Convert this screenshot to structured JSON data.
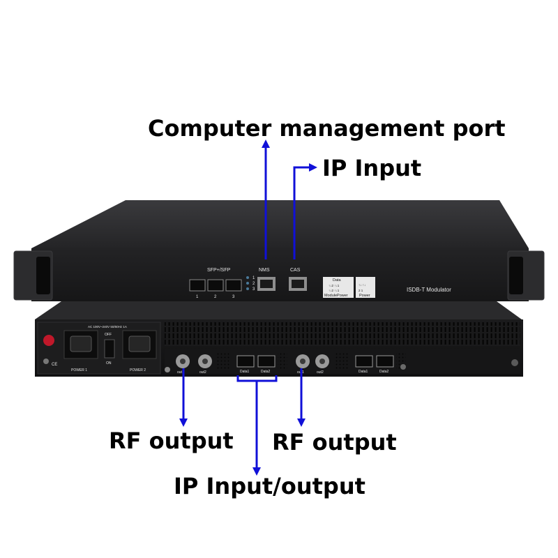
{
  "callouts": {
    "management_port": "Computer management port",
    "ip_input": "IP Input",
    "rf_output_left": "RF output",
    "rf_output_right": "RF output",
    "ip_input_output": "IP Input/output"
  },
  "front_panel": {
    "sfp_label": "SFP+/SFP",
    "sfp_ports": [
      "1",
      "2",
      "3"
    ],
    "led_labels": [
      "1",
      "2",
      "3"
    ],
    "nms_label": "NMS",
    "cas_label": "CAS",
    "data_box_title": "Data",
    "data_box_rows": [
      "↑↓2  ↑↓1",
      "↑↓2  ↑↓1"
    ],
    "module_power_label": "ModulePower",
    "power_box_rows": [
      "↑↓  ↑↓",
      "2     1"
    ],
    "power_label": "Power",
    "model_label": "ISDB-T Modulator"
  },
  "rear_panel": {
    "ac_label": "AC 100V~240V 50/60Hz 1A",
    "switch_off": "OFF",
    "switch_on": "ON",
    "power1_label": "POWER 1",
    "power2_label": "POWER 2",
    "rf_left": [
      "out1",
      "out2"
    ],
    "data_left": [
      "Data1",
      "Data2"
    ],
    "rf_right": [
      "out1",
      "out2"
    ],
    "data_right": [
      "Data1",
      "Data2"
    ],
    "ce_mark": "CE"
  },
  "colors": {
    "arrow": "#1010d8",
    "chassis_top": "#2b2b2d",
    "chassis_front": "#1c1c1e",
    "rear_panel": "#141415"
  }
}
